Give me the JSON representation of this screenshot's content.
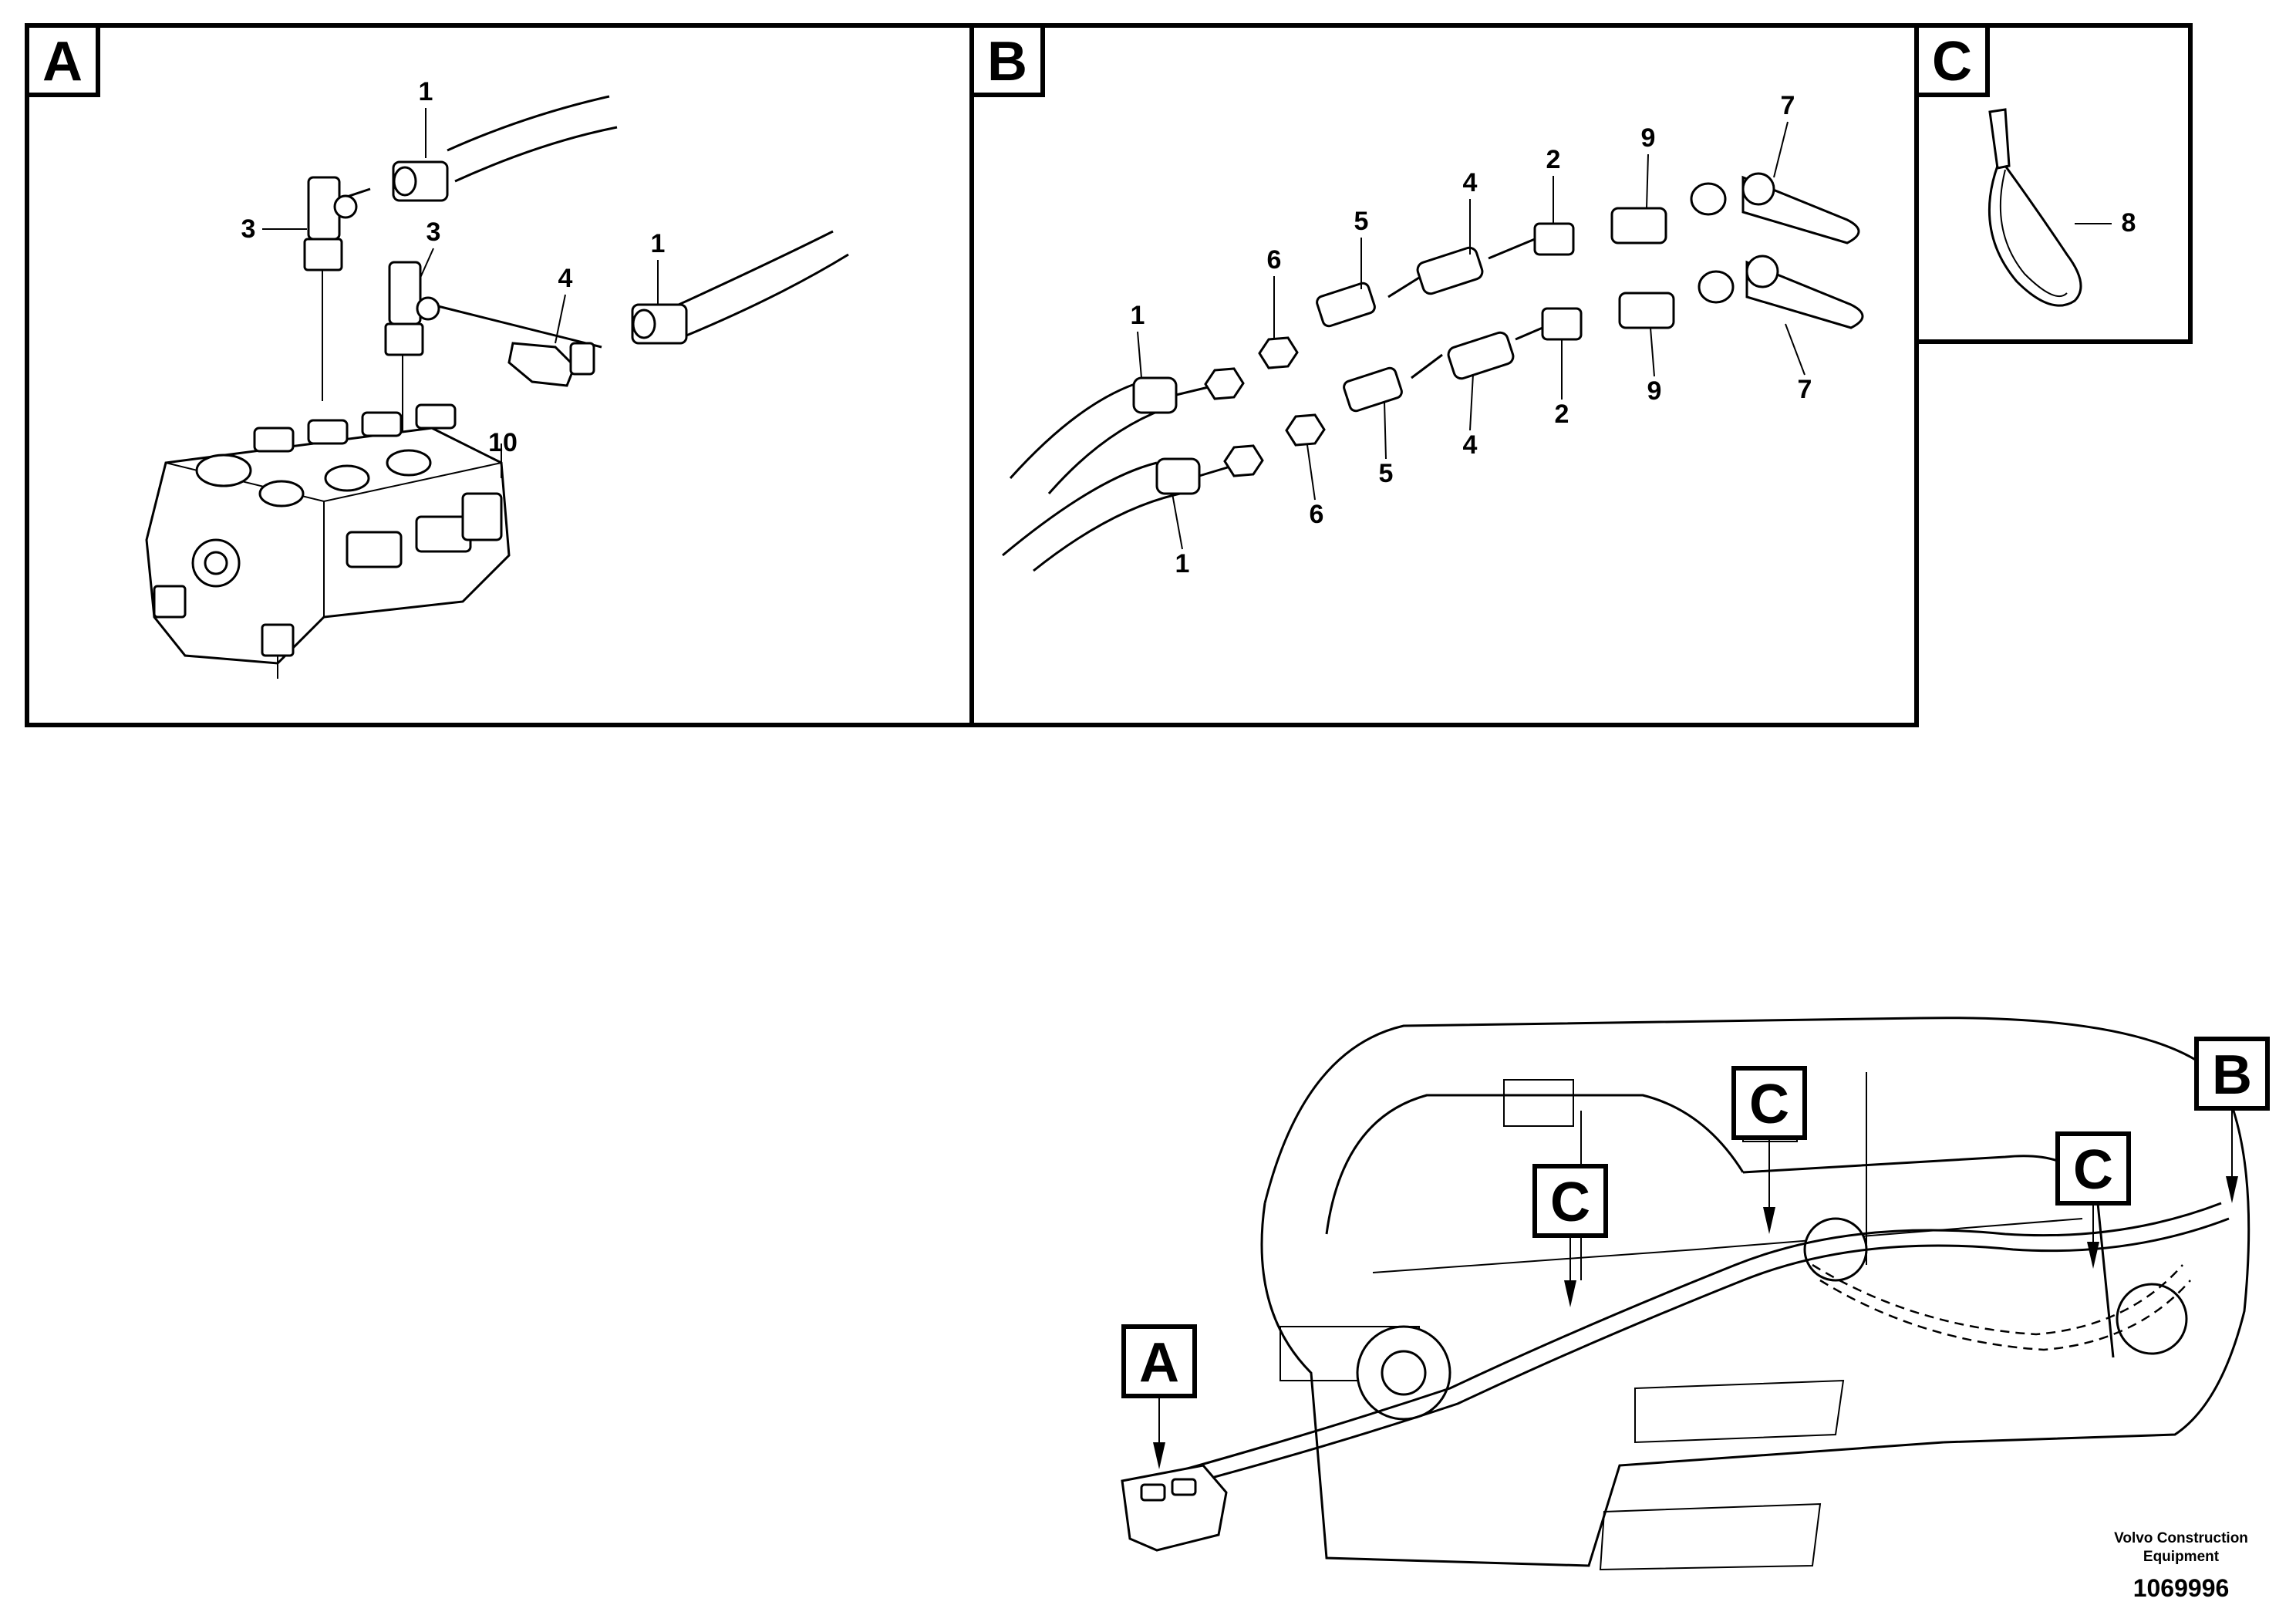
{
  "panels": {
    "a": {
      "letter": "A"
    },
    "b": {
      "letter": "B"
    },
    "c": {
      "letter": "C"
    }
  },
  "panel_a_labels": {
    "l1a": "1",
    "l1b": "1",
    "l3a": "3",
    "l3b": "3",
    "l4": "4",
    "l10": "10"
  },
  "panel_b_labels": {
    "l1a": "1",
    "l1b": "1",
    "l6a": "6",
    "l6b": "6",
    "l5a": "5",
    "l5b": "5",
    "l4a": "4",
    "l4b": "4",
    "l2a": "2",
    "l2b": "2",
    "l9a": "9",
    "l9b": "9",
    "l7a": "7",
    "l7b": "7"
  },
  "panel_c_labels": {
    "l8": "8"
  },
  "callouts": {
    "a": "A",
    "b": "B",
    "c1": "C",
    "c2": "C",
    "c3": "C"
  },
  "footer": {
    "company_line1": "Volvo Construction",
    "company_line2": "Equipment",
    "drawing_number": "1069996"
  }
}
